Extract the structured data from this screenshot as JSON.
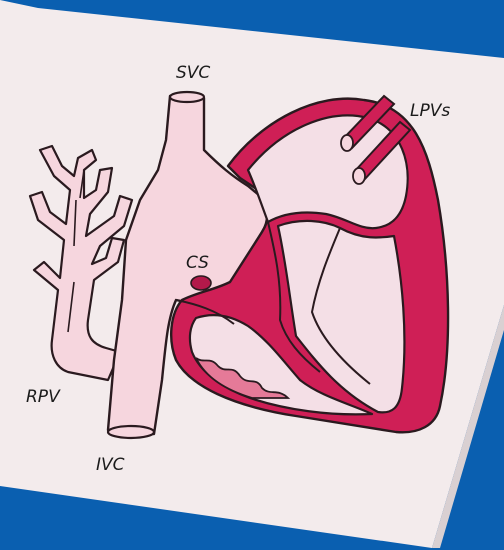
{
  "labels": {
    "svc": "SVC",
    "lpvs": "LPVs",
    "cs": "CS",
    "rpv": "RPV",
    "ivc": "IVC"
  },
  "colors": {
    "background": "#0a5fb0",
    "paper": "#f3ebec",
    "myocardium": "#cf1f56",
    "vessel_fill": "#f6d6de",
    "chamber_fill": "#f4dfe6",
    "outline": "#2a1a1f",
    "label_text": "#1b1b1b"
  },
  "icons": {
    "cs": "coronary-sinus-ellipse",
    "lpvs": "pulmonary-vein-tubes",
    "rpv": "branching-vein-tree"
  }
}
